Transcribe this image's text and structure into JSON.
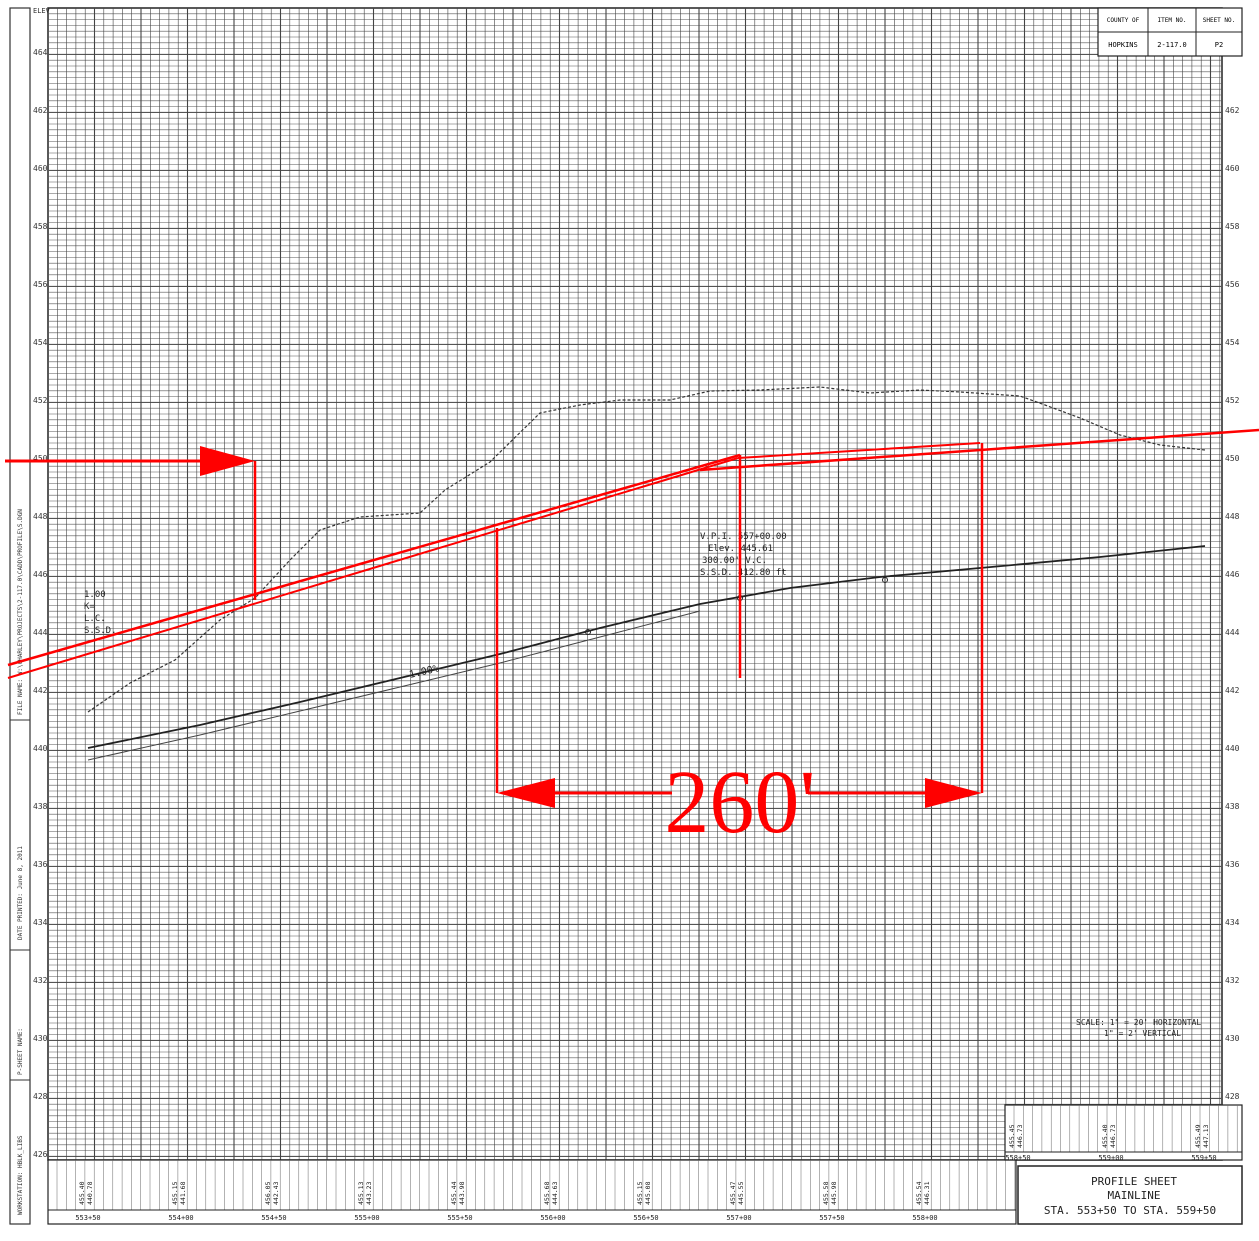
{
  "title_block": {
    "headers": [
      "COUNTY OF",
      "ITEM NO.",
      "SHEET NO."
    ],
    "values": [
      "HOPKINS",
      "2-117.0",
      "P2"
    ]
  },
  "sheet_title": {
    "line1": "PROFILE SHEET",
    "line2": "MAINLINE",
    "line3": "STA. 553+50 TO STA. 559+50"
  },
  "scale_note": {
    "line1": "SCALE: 1\" = 20' HORIZONTAL",
    "line2": "1\" = 2' VERTICAL"
  },
  "elevations": [
    "464",
    "462",
    "460",
    "458",
    "456",
    "454",
    "452",
    "450",
    "448",
    "446",
    "444",
    "442",
    "440",
    "438",
    "436",
    "434",
    "432",
    "430",
    "428",
    "426"
  ],
  "elevation_corner": "ELEV",
  "stations_bottom": [
    "553+50",
    "554+00",
    "554+50",
    "555+00",
    "555+50",
    "556+00",
    "556+50",
    "557+00",
    "557+50",
    "558+00"
  ],
  "stations_right": [
    "558+50",
    "559+00",
    "559+50"
  ],
  "bottom_elev_labels": [
    [
      "455.40",
      "440.78"
    ],
    [
      "455.15",
      "441.68"
    ],
    [
      "456.05",
      "442.43"
    ],
    [
      "455.13",
      "443.23"
    ],
    [
      "455.44",
      "443.98"
    ],
    [
      "455.68",
      "444.63"
    ],
    [
      "455.15",
      "445.08"
    ],
    [
      "455.47",
      "445.55"
    ],
    [
      "455.58",
      "445.98"
    ],
    [
      "455.54",
      "446.31"
    ]
  ],
  "right_elev_labels": [
    [
      "455.45",
      "446.73"
    ],
    [
      "455.40",
      "446.73"
    ],
    [
      "455.49",
      "447.13"
    ]
  ],
  "vpi_note": [
    "V.P.I. 557+00.00",
    "Elev. 445.61",
    "300.00' V.C.",
    "S.S.D. 412.80 ft"
  ],
  "left_curve_note": [
    "1.00",
    "K=",
    "L.C.",
    "S.S.D."
  ],
  "grade_label": "1.00%",
  "dimension_label": "260'",
  "margin_notes": {
    "file": "FILE NAME: W:\\CHARLEY\\PROJECTS\\2-117.0\\CADD\\PROFILE\\S.DGN",
    "date": "DATE PRINTED: June 8, 2011",
    "sheet_name": "P-SHEET NAME:",
    "workstation": "WORKSTATION: HBLK_LIBS"
  },
  "colors": {
    "markup_red": "#ff0000",
    "grid_line": "#3a3a3a",
    "profile_line": "#222222"
  },
  "icons": {
    "left_arrow": "arrow-right-icon",
    "dim_left": "arrow-left-icon",
    "dim_right": "arrow-right-icon"
  }
}
